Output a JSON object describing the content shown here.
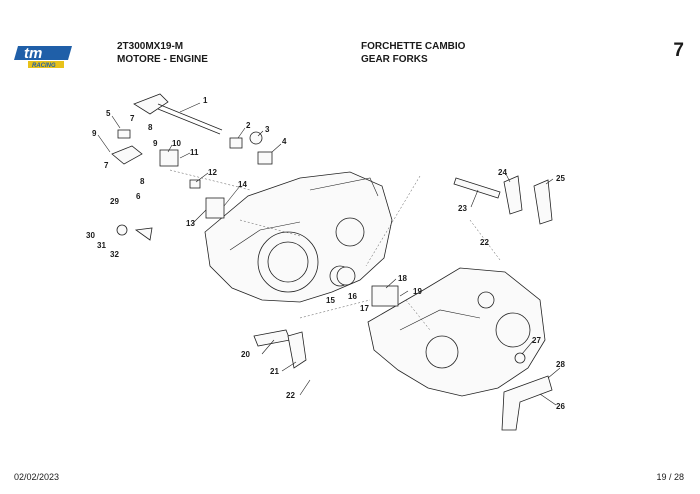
{
  "header": {
    "model_code": "2T300MX19-M",
    "group_it": "MOTORE - ENGINE",
    "title_it": "FORCHETTE CAMBIO",
    "title_en": "GEAR FORKS",
    "page_number": "7"
  },
  "logo": {
    "brand": "tm",
    "tagline": "RACING",
    "color": "#1f5fa8",
    "accent": "#e8c21a"
  },
  "footer": {
    "date": "02/02/2023",
    "pages": "19 / 28"
  },
  "callouts": [
    "1",
    "2",
    "3",
    "4",
    "5",
    "6",
    "7",
    "8",
    "9",
    "10",
    "11",
    "12",
    "13",
    "14",
    "15",
    "16",
    "17",
    "18",
    "19",
    "20",
    "21",
    "22",
    "23",
    "24",
    "25",
    "26",
    "27",
    "28",
    "29",
    "30",
    "31",
    "32"
  ],
  "extra_callouts": {
    "c7b": "7",
    "c8b": "8",
    "c9b": "9",
    "c22b": "22"
  }
}
